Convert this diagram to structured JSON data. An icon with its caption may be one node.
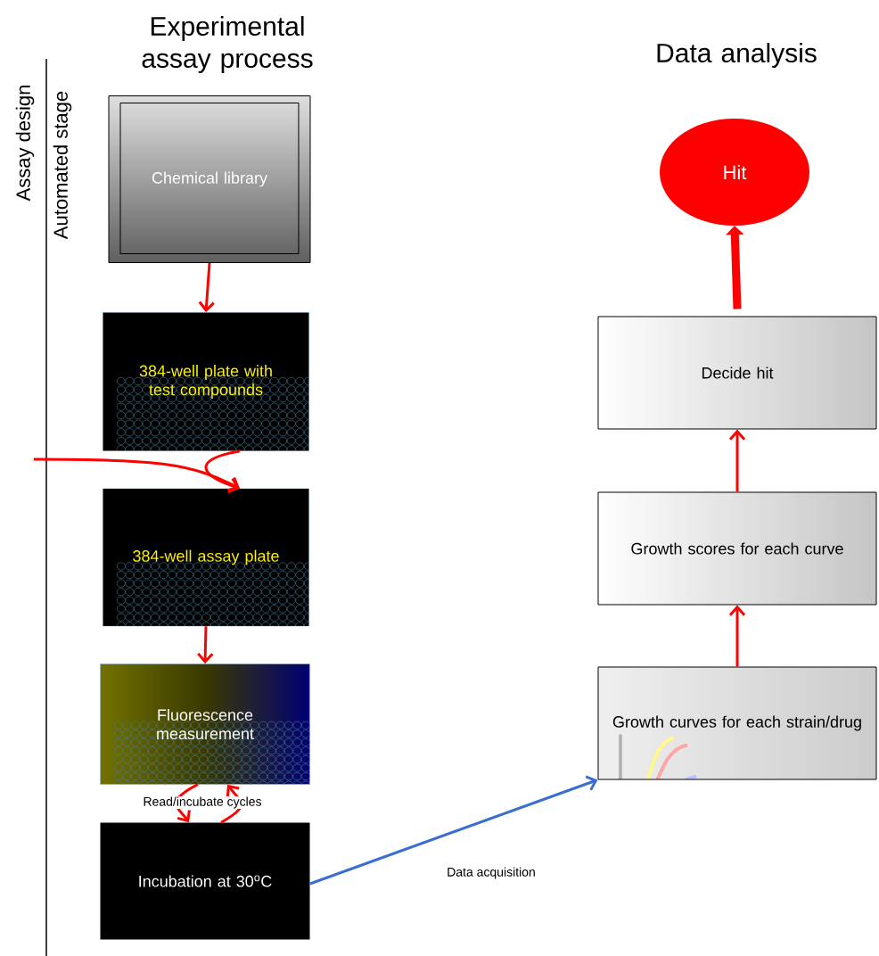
{
  "diagram": {
    "nodes": [
      {
        "text": [
          "Chemical library"
        ]
      },
      {
        "text": [
          "384-well plate with test compounds"
        ]
      },
      {
        "text": [
          "384-well assay plate"
        ]
      },
      {
        "text": [
          "Fluorescence measurement"
        ]
      },
      {
        "text": [
          "Incubation at 30$^{o}$C"
        ]
      },
      {
        "text": [
          "Hit"
        ]
      },
      {
        "text": [
          "Decide hit"
        ]
      },
      {
        "text": [
          "Growth scores for each curve"
        ]
      },
      {
        "text": [
          "Growth curves for each strain/drug"
        ]
      }
    ],
    "edges": [
      {
        "from": 0,
        "to": 1,
        "arrow": "to"
      },
      {
        "from": 1,
        "to": 2,
        "arrow": "to"
      },
      {
        "from": null,
        "to": 2,
        "arrow": "to"
      },
      {
        "from": 2,
        "to": 3,
        "arrow": "to"
      },
      {
        "from": 3,
        "to": 4,
        "arrow": "to"
      },
      {
        "from": 4,
        "to": 3,
        "arrow": "to"
      },
      {
        "from": 4,
        "to": 8,
        "arrow": "to",
        "label": "Data acquisition",
        "color": "#3a6fd0"
      },
      {
        "from": 8,
        "to": 7,
        "arrow": "to"
      },
      {
        "from": 7,
        "to": 6,
        "arrow": "to"
      },
      {
        "from": 6,
        "to": 5,
        "arrow": "to",
        "style": "thick"
      }
    ],
    "labels": [
      "Experimental assay process",
      "Data analysis",
      "Assay design",
      "Automated stage",
      "Read/incubate cycles"
    ]
  }
}
